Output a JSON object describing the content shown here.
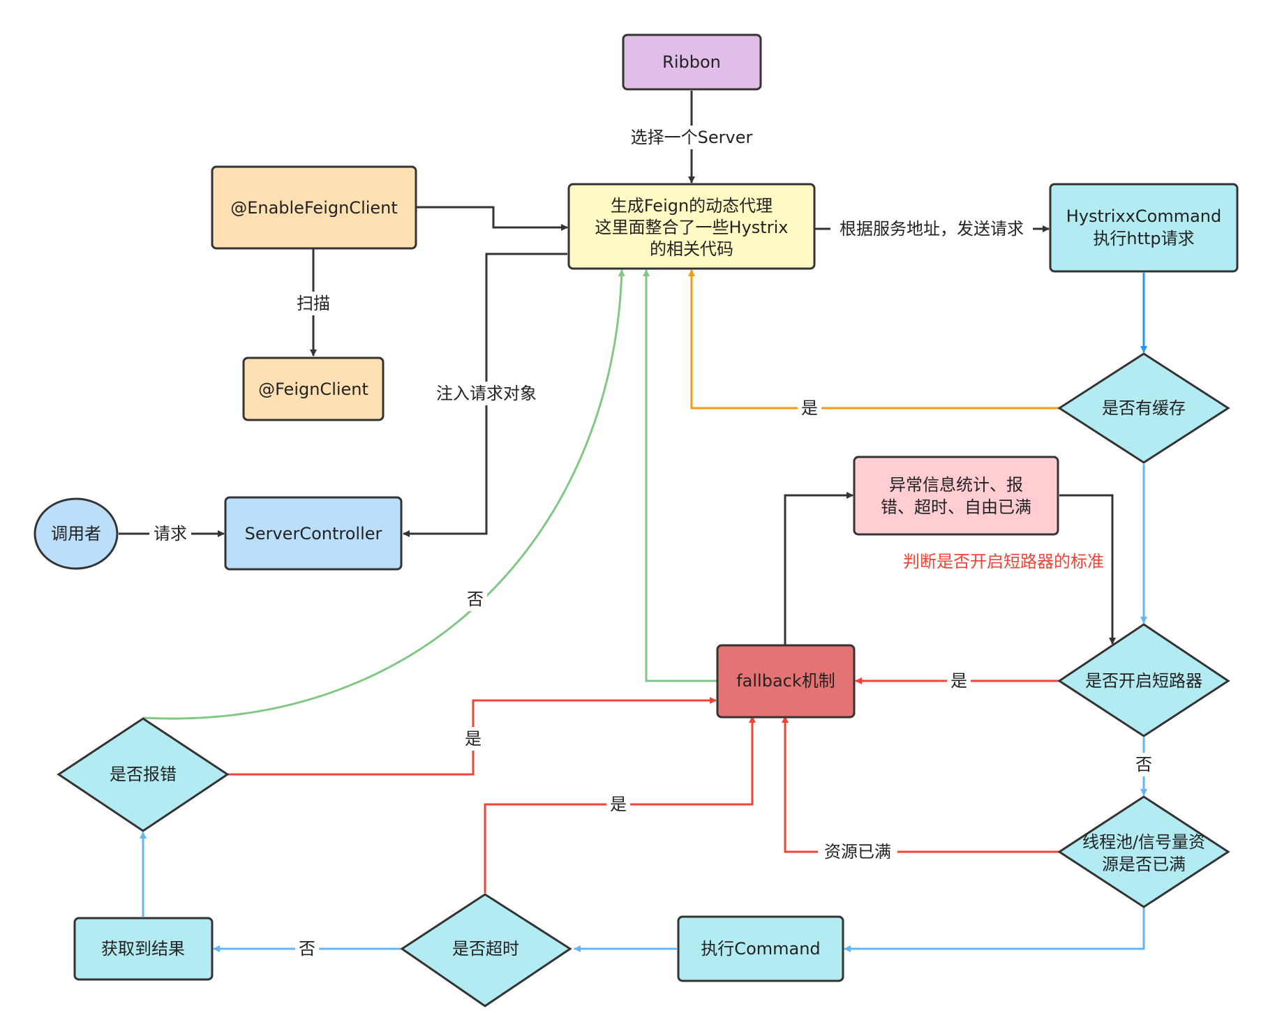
{
  "colors": {
    "stroke": "#333333",
    "purple": "#E1BEE7",
    "yellow": "#FFF9C4",
    "orange": "#FFE0B2",
    "blue": "#BBDEFB",
    "cyan": "#B2EBF2",
    "pink": "#FFCDD2",
    "red": "#E57373",
    "arrow_dark": "#333333",
    "arrow_green": "#82C785",
    "arrow_orange": "#F39C12",
    "arrow_red": "#F44336",
    "arrow_blue": "#64B5F6",
    "arrow_blue_dark": "#2196F3",
    "annotation_red": "#F44336"
  },
  "nodes": {
    "ribbon": "Ribbon",
    "feign_proxy": [
      "生成Feign的动态代理",
      "这里面整合了一些Hystrix",
      "的相关代码"
    ],
    "enable_feign_client": "@EnableFeignClient",
    "feign_client": "@FeignClient",
    "hystrix_command": [
      "HystrixxCommand",
      "执行http请求"
    ],
    "caller": "调用者",
    "server_controller": "ServerController",
    "has_cache": "是否有缓存",
    "exception_stats": [
      "异常信息统计、报",
      "错、超时、自由已满"
    ],
    "circuit_open": "是否开启短路器",
    "fallback": "fallback机制",
    "is_error": "是否报错",
    "pool_full": [
      "线程池/信号量资",
      "源是否已满"
    ],
    "get_result": "获取到结果",
    "is_timeout": "是否超时",
    "execute_command": "执行Command"
  },
  "edges": {
    "select_server": "选择一个Server",
    "scan": "扫描",
    "inject": "注入请求对象",
    "send_request": "根据服务地址，发送请求",
    "request": "请求",
    "cache_yes": "是",
    "circuit_yes": "是",
    "circuit_no": "否",
    "error_yes": "是",
    "error_no": "否",
    "timeout_yes": "是",
    "timeout_no": "否",
    "pool_full": "资源已满"
  },
  "annotation": "判断是否开启短路器的标准"
}
